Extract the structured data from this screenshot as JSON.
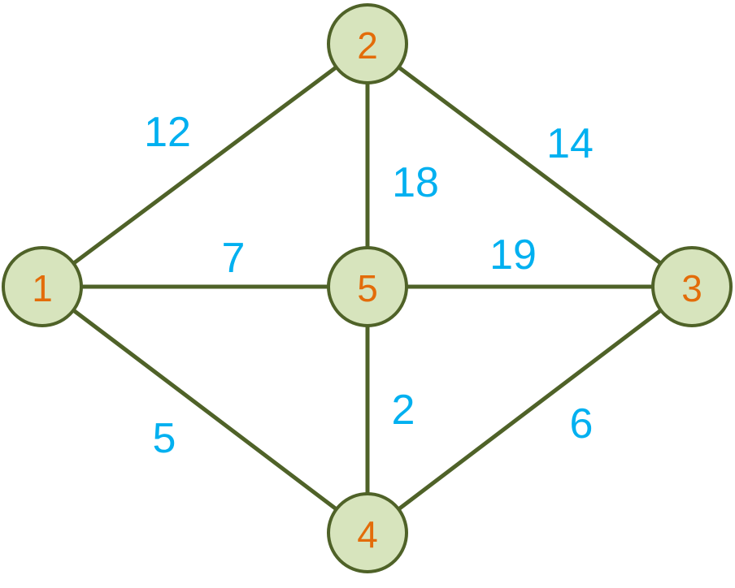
{
  "colors": {
    "edge": "#4f6228",
    "node_fill": "#d7e4bd",
    "node_label": "#e36c0a",
    "weight_label": "#00b0f0",
    "background": "#ffffff"
  },
  "nodes": [
    {
      "id": "1",
      "label": "1"
    },
    {
      "id": "2",
      "label": "2"
    },
    {
      "id": "3",
      "label": "3"
    },
    {
      "id": "4",
      "label": "4"
    },
    {
      "id": "5",
      "label": "5"
    }
  ],
  "edges": [
    {
      "from": "1",
      "to": "2",
      "weight": "12"
    },
    {
      "from": "2",
      "to": "5",
      "weight": "18"
    },
    {
      "from": "2",
      "to": "3",
      "weight": "14"
    },
    {
      "from": "1",
      "to": "5",
      "weight": "7"
    },
    {
      "from": "5",
      "to": "3",
      "weight": "19"
    },
    {
      "from": "1",
      "to": "4",
      "weight": "5"
    },
    {
      "from": "5",
      "to": "4",
      "weight": "2"
    },
    {
      "from": "3",
      "to": "4",
      "weight": "6"
    }
  ]
}
